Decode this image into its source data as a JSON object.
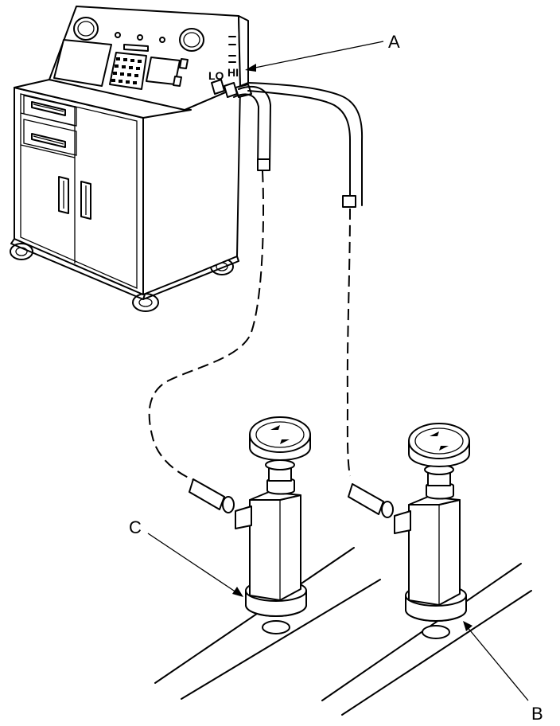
{
  "callouts": {
    "a": "A",
    "b": "B",
    "c": "C"
  },
  "ports": {
    "low": "LO",
    "high": "HI"
  }
}
